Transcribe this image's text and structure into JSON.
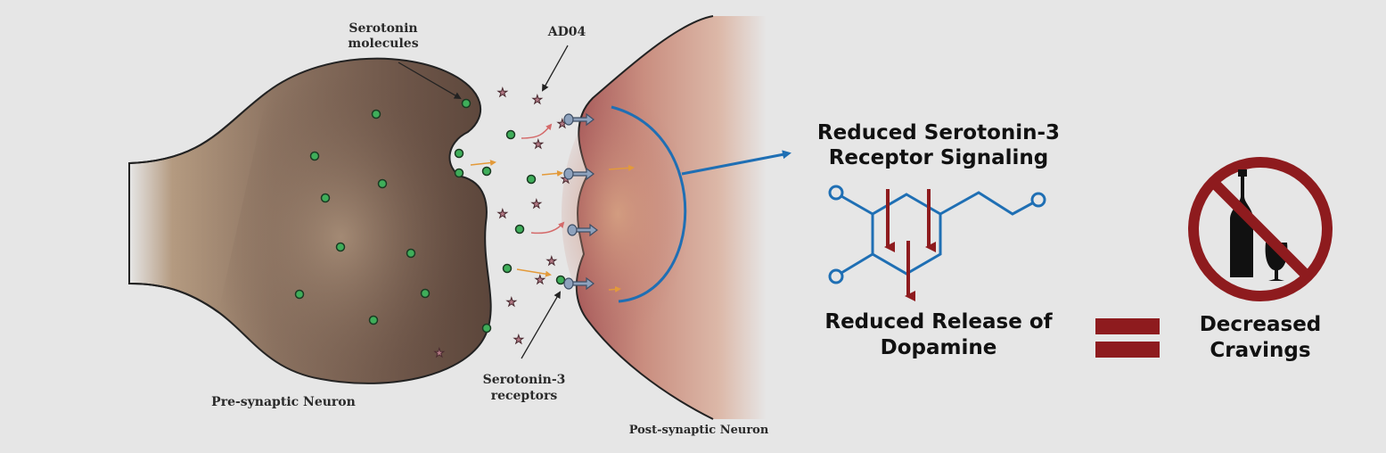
{
  "labels": {
    "serotonin_molecules_line1": "Serotonin",
    "serotonin_molecules_line2": "molecules",
    "ad04": "AD04",
    "serotonin3_receptors_line1": "Serotonin-3",
    "serotonin3_receptors_line2": "receptors",
    "pre_synaptic": "Pre-synaptic Neuron",
    "post_synaptic": "Post-synaptic Neuron"
  },
  "effects": {
    "reduced_signaling_line1": "Reduced Serotonin-3",
    "reduced_signaling_line2": "Receptor Signaling",
    "reduced_release_line1": "Reduced Release of",
    "reduced_release_line2": "Dopamine",
    "outcome_line1": "Decreased",
    "outcome_line2": "Cravings"
  },
  "icons": {
    "molecule": "molecule-structure-icon",
    "no_alcohol": "no-alcohol-icon",
    "equals": "equals-icon"
  },
  "colors": {
    "background": "#e6e6e6",
    "serotonin_dot": "#3fae5a",
    "ad04_star": "#b47a86",
    "signal_arrow": "#1f6fb4",
    "dark_red": "#8e1b1e",
    "pre_neuron": "#6b5346",
    "post_neuron": "#c07b72"
  }
}
